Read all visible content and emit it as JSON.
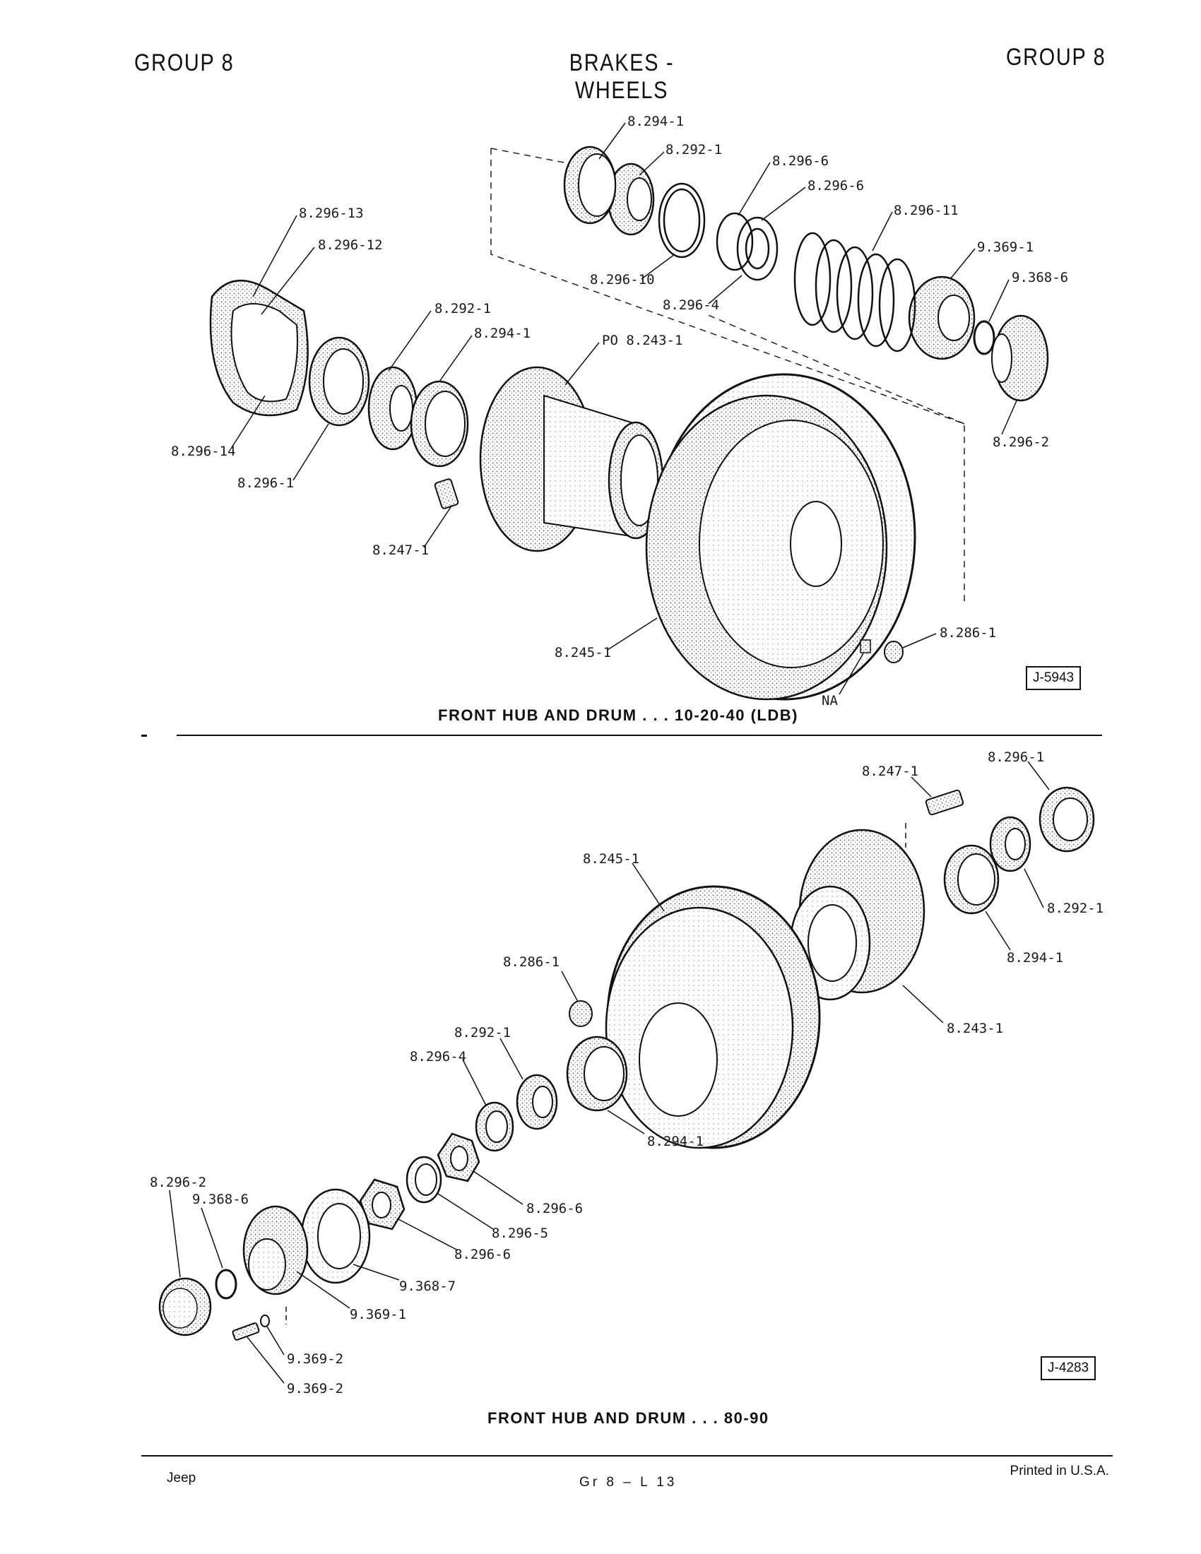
{
  "header": {
    "left": "GROUP 8",
    "center": "BRAKES - WHEELS",
    "right": "GROUP 8"
  },
  "diagram_top": {
    "caption": "FRONT HUB AND DRUM . . . 10-20-40 (LDB)",
    "figure_id": "J-5943",
    "callouts": {
      "c_8_294_1_a": "8.294-1",
      "c_8_292_1_a": "8.292-1",
      "c_8_296_6_a": "8.296-6",
      "c_8_296_6_b": "8.296-6",
      "c_8_296_11": "8.296-11",
      "c_9_369_1": "9.369-1",
      "c_9_368_6": "9.368-6",
      "c_8_296_13": "8.296-13",
      "c_8_296_12": "8.296-12",
      "c_8_296_10": "8.296-10",
      "c_8_296_4": "8.296-4",
      "c_8_292_1_b": "8.292-1",
      "c_8_294_1_b": "8.294-1",
      "c_po_8_243_1": "PO 8.243-1",
      "c_8_296_14": "8.296-14",
      "c_8_296_1": "8.296-1",
      "c_8_296_2": "8.296-2",
      "c_8_247_1": "8.247-1",
      "c_8_245_1": "8.245-1",
      "c_8_286_1": "8.286-1",
      "c_na": "NA"
    }
  },
  "diagram_bottom": {
    "caption": "FRONT HUB AND DRUM . . . 80-90",
    "figure_id": "J-4283",
    "callouts": {
      "c_8_247_1": "8.247-1",
      "c_8_296_1": "8.296-1",
      "c_8_245_1": "8.245-1",
      "c_8_292_1_a": "8.292-1",
      "c_8_294_1_a": "8.294-1",
      "c_8_286_1": "8.286-1",
      "c_8_243_1": "8.243-1",
      "c_8_292_1_b": "8.292-1",
      "c_8_296_4": "8.296-4",
      "c_8_294_1_b": "8.294-1",
      "c_8_296_2": "8.296-2",
      "c_9_368_6": "9.368-6",
      "c_8_296_6_a": "8.296-6",
      "c_8_296_5": "8.296-5",
      "c_8_296_6_b": "8.296-6",
      "c_9_368_7": "9.368-7",
      "c_9_369_1": "9.369-1",
      "c_9_369_2_a": "9.369-2",
      "c_9_369_2_b": "9.369-2"
    }
  },
  "footer": {
    "left": "Jeep",
    "center": "Gr 8 – L 13",
    "right": "Printed in U.S.A."
  }
}
